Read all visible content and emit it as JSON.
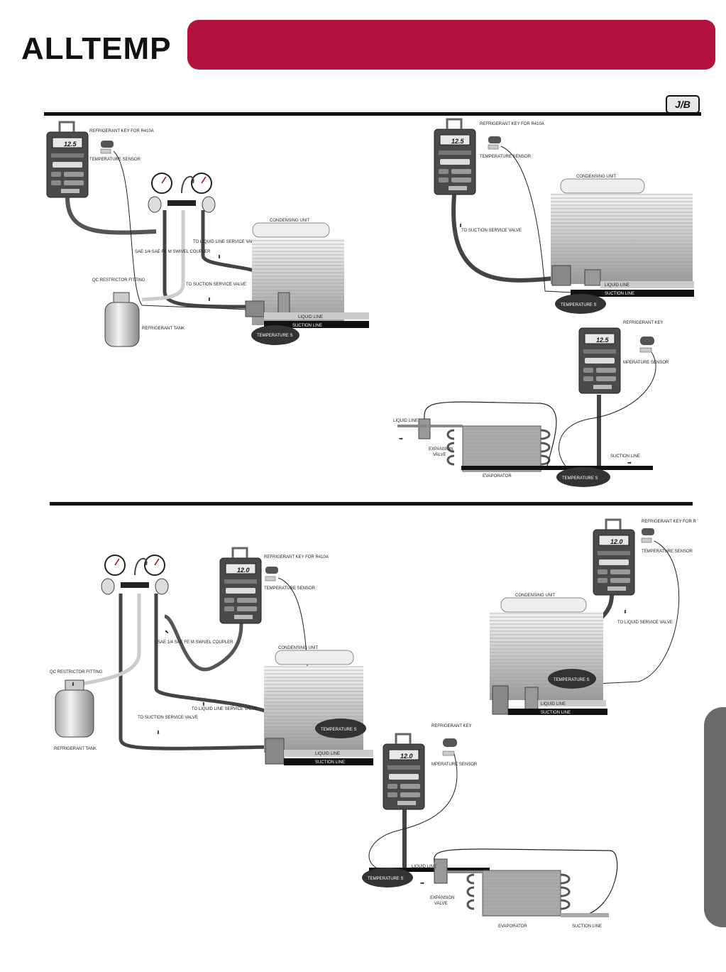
{
  "header": {
    "logo": "ALLTEMP",
    "jb_badge": "J/B",
    "brand_color": "#b3123c"
  },
  "diagram_1": {
    "meter_reading": "12.5",
    "labels": {
      "ref_key": "REFRIGERANT KEY FOR R410A",
      "temp_sensor": "TEMPERATURE SENSOR",
      "coupler": "SAE 1/4 SAE FE M SWIVEL COUPLER",
      "liquid_valve": "TO LIQUID LINE SERVICE VALVE",
      "condensing": "CONDENSING UNIT",
      "suction_valve": "TO SUCTION SERVICE VALVE",
      "qc_fitting": "QC RESTRICTOR FITTING",
      "tank": "REFRIGERANT TANK",
      "liquid_line": "LIQUID LINE",
      "suction_line": "SUCTION LINE",
      "temp_bubble": "TEMPERATURE S"
    }
  },
  "diagram_2": {
    "meter_reading": "12.5",
    "labels": {
      "ref_key": "REFRIGERANT KEY FOR R410A",
      "temp_sensor": "TEMPERATURE SENSOR",
      "condensing": "CONDENSING UNIT",
      "suction_valve": "TO SUCTION SERVICE VALVE",
      "liquid_line": "LIQUID LINE",
      "suction_line": "SUCTION LINE",
      "temp_bubble": "TEMPERATURE S"
    }
  },
  "diagram_3": {
    "meter_reading": "12.5",
    "labels": {
      "ref_key": "REFRIGERANT KEY",
      "temp_sensor": "MPERATURE SENSOR",
      "liquid_line": "LIQUID LINE",
      "expansion": "EXPANSION",
      "valve": "VALVE",
      "evaporator": "EVAPORATOR",
      "suction_line": "SUCTION LINE",
      "temp_bubble": "TEMPERATURE S"
    }
  },
  "diagram_4": {
    "meter_reading": "12.0",
    "labels": {
      "ref_key": "REFRIGERANT KEY FOR R410A",
      "temp_sensor": "TEMPERATURE SENSOR",
      "coupler": "SAE 1/4 SAE FE M SWIVEL COUPLER",
      "condensing": "CONDENSING UNIT",
      "qc_fitting": "QC RESTRICTOR FITTING",
      "liquid_valve": "TO LIQUID LINE SERVICE VALVE",
      "suction_valve": "TO SUCTION SERVICE VALVE",
      "tank": "REFRIGERANT TANK",
      "liquid_line": "LIQUID LINE",
      "suction_line": "SUCTION LINE",
      "temp_bubble": "TEMPERATURE S"
    }
  },
  "diagram_5": {
    "meter_reading": "12.0",
    "labels": {
      "ref_key": "REFRIGERANT KEY FOR R",
      "temp_sensor": "TEMPERATURE SENSOR",
      "condensing": "CONDENSING UNIT",
      "liquid_valve": "TO LIQUID SERVICE VALVE",
      "liquid_line": "LIQUID LINE",
      "suction_line": "SUCTION LINE",
      "temp_bubble": "TEMPERATURE S"
    }
  },
  "diagram_6": {
    "meter_reading": "12.0",
    "labels": {
      "ref_key": "REFRIGERANT KEY",
      "temp_sensor": "MPERATURE SENSOR",
      "liquid_line": "LIQUID LINE",
      "expansion": "EXPANSION",
      "valve": "VALVE",
      "evaporator": "EVAPORATOR",
      "suction_line": "SUCTION LINE",
      "temp_bubble": "TEMPERATURE S"
    }
  }
}
